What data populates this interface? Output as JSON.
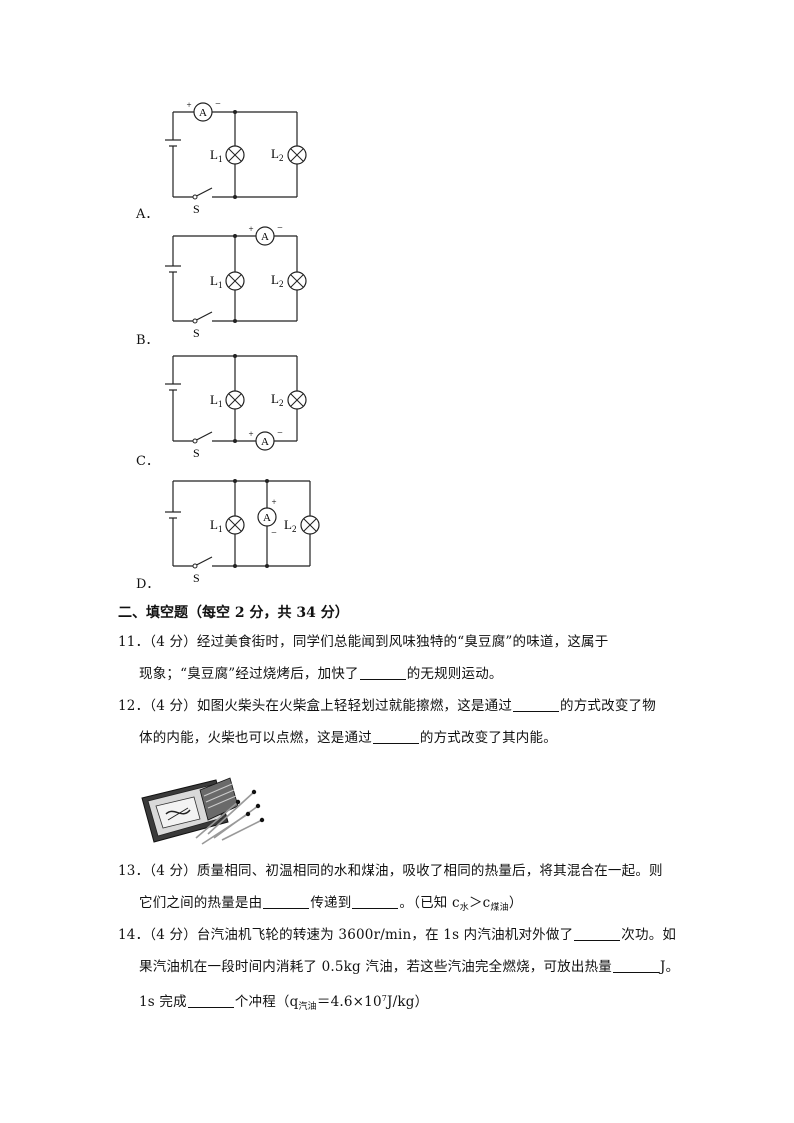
{
  "options": [
    {
      "label": "A．"
    },
    {
      "label": "B．"
    },
    {
      "label": "C．"
    },
    {
      "label": "D．"
    }
  ],
  "circuit": {
    "ammeter": "A",
    "plus": "+",
    "minus": "−",
    "lamp1_main": "L",
    "lamp1_sub": "1",
    "lamp2_main": "L",
    "lamp2_sub": "2",
    "switch": "S"
  },
  "section2": {
    "title": "二、填空题（每空 2 分，共 34 分）"
  },
  "q11": {
    "num": "11．",
    "score": "（4 分）",
    "line1": "经过美食街时，同学们总能闻到风味独特的“臭豆腐”的味道，这属于",
    "line2a": "现象；“臭豆腐”经过烧烤后，加快了",
    "line2b": "的无规则运动。"
  },
  "q12": {
    "num": "12．",
    "score": "（4 分）",
    "line1a": "如图火柴头在火柴盒上轻轻划过就能擦燃，这是通过",
    "line1b": "的方式改变了物",
    "line2a": "体的内能，火柴也可以点燃，这是通过",
    "line2b": "的方式改变了其内能。"
  },
  "q13": {
    "num": "13．",
    "score": "（4 分）",
    "line1": "质量相同、初温相同的水和煤油，吸收了相同的热量后，将其混合在一起。则",
    "line2a": "它们之间的热量是由",
    "line2b": "传递到",
    "line2c": "。（已知 c",
    "water_sub": "水",
    "gt": "＞c",
    "kerosene_sub": "煤油",
    "line2d": "）"
  },
  "q14": {
    "num": "14．",
    "score": "（4 分）",
    "line1a": "台汽油机飞轮的转速为 3600r/min，在 1s 内汽油机对外做了",
    "line1b": "次功。如",
    "line2a": "果汽油机在一段时间内消耗了 0.5kg 汽油，若这些汽油完全燃烧，可放出热量",
    "line2b": "J。",
    "line3a": "1s 完成",
    "line3b": "个冲程（q",
    "q_sub": "汽油",
    "line3c": "＝4.6×10",
    "exp": "7",
    "line3d": "J/kg）"
  }
}
